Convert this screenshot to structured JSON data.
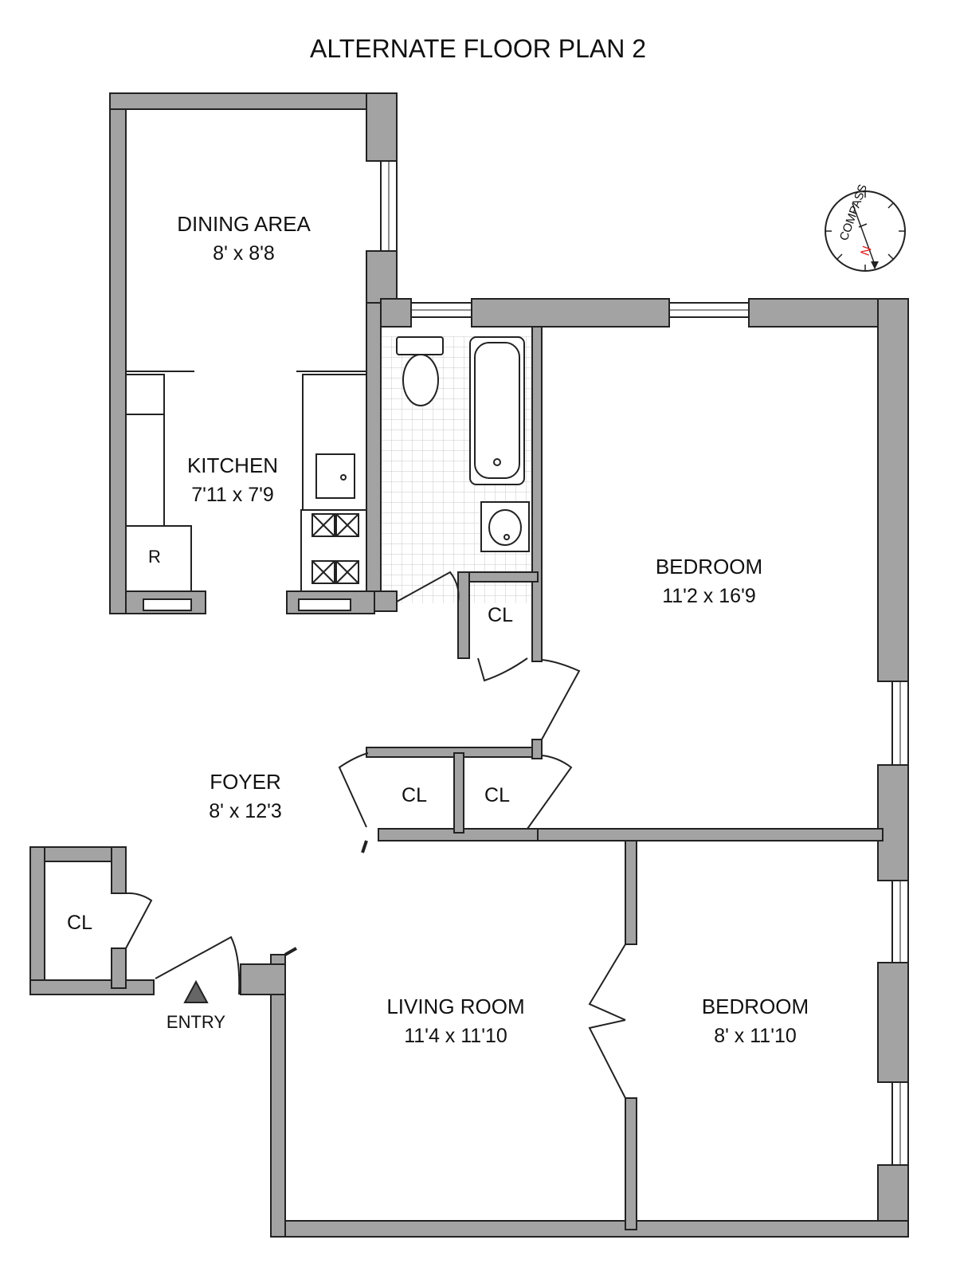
{
  "title": "ALTERNATE FLOOR PLAN 2",
  "rooms": {
    "dining": {
      "name": "DINING AREA",
      "dims": "8' x 8'8"
    },
    "kitchen": {
      "name": "KITCHEN",
      "dims": "7'11 x 7'9"
    },
    "bedroom_main": {
      "name": "BEDROOM",
      "dims": "11'2 x 16'9"
    },
    "foyer": {
      "name": "FOYER",
      "dims": "8' x 12'3"
    },
    "living": {
      "name": "LIVING ROOM",
      "dims": "11'4 x 11'10"
    },
    "bedroom_small": {
      "name": "BEDROOM",
      "dims": "8' x 11'10"
    }
  },
  "closets": {
    "bath_closet": "CL",
    "foyer_closet_left": "CL",
    "foyer_closet_right": "CL",
    "entry_closet": "CL"
  },
  "fixtures": {
    "refrigerator": "R"
  },
  "entry": {
    "label": "ENTRY"
  },
  "compass": {
    "label": "COMPASS",
    "north": "N",
    "north_color": "#e02020"
  },
  "colors": {
    "wall_fill": "#a3a3a3",
    "wall_stroke": "#222222",
    "tile_grid": "#c8c8c8"
  }
}
